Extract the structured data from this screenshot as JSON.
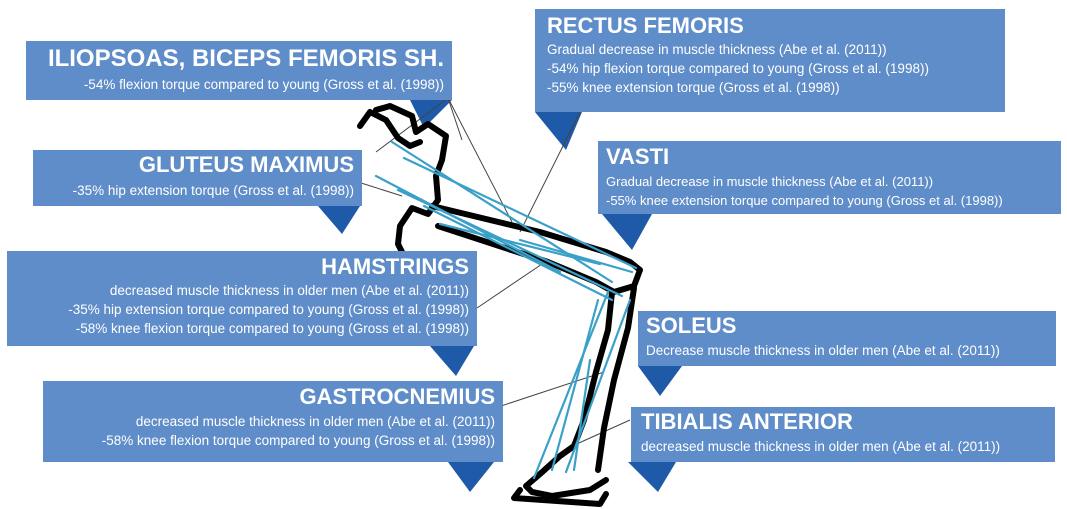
{
  "colors": {
    "box": "#5f8dc9",
    "pointer": "#1f5aa8",
    "muscle_line": "#3aa0c8",
    "leg_outline": "#000000",
    "text": "#ffffff"
  },
  "muscles": {
    "iliopsoas": {
      "title": "ILIOPSOAS, BICEPS FEMORIS SH.",
      "lines": [
        "-54% flexion torque compared to young (Gross et al. (1998))"
      ]
    },
    "rectus_femoris": {
      "title": "RECTUS FEMORIS",
      "lines": [
        "Gradual decrease in muscle thickness (Abe et al. (2011))",
        "-54% hip flexion torque compared to young (Gross et al. (1998))",
        "-55% knee extension torque (Gross et al. (1998))"
      ]
    },
    "gluteus_maximus": {
      "title": "GLUTEUS MAXIMUS",
      "lines": [
        "-35% hip extension torque (Gross et al. (1998))"
      ]
    },
    "vasti": {
      "title": "VASTI",
      "lines": [
        "Gradual decrease in muscle thickness (Abe et al. (2011))",
        "-55% knee extension torque compared to young (Gross et al. (1998))"
      ]
    },
    "hamstrings": {
      "title": "HAMSTRINGS",
      "lines": [
        "decreased muscle thickness in older men (Abe et al. (2011))",
        "-35% hip extension torque compared to young (Gross et al. (1998))",
        "-58% knee flexion torque compared to young (Gross et al. (1998))"
      ]
    },
    "soleus": {
      "title": "SOLEUS",
      "lines": [
        "Decrease muscle thickness in older men  (Abe et al. (2011))"
      ]
    },
    "gastrocnemius": {
      "title": "GASTROCNEMIUS",
      "lines": [
        "decreased muscle thickness  in older men (Abe et al. (2011))",
        "-58% knee flexion torque compared to young (Gross et al. (1998))"
      ]
    },
    "tibialis_anterior": {
      "title": "TIBIALIS ANTERIOR",
      "lines": [
        "decreased muscle thickness in older men (Abe et al. (2011))"
      ]
    }
  }
}
